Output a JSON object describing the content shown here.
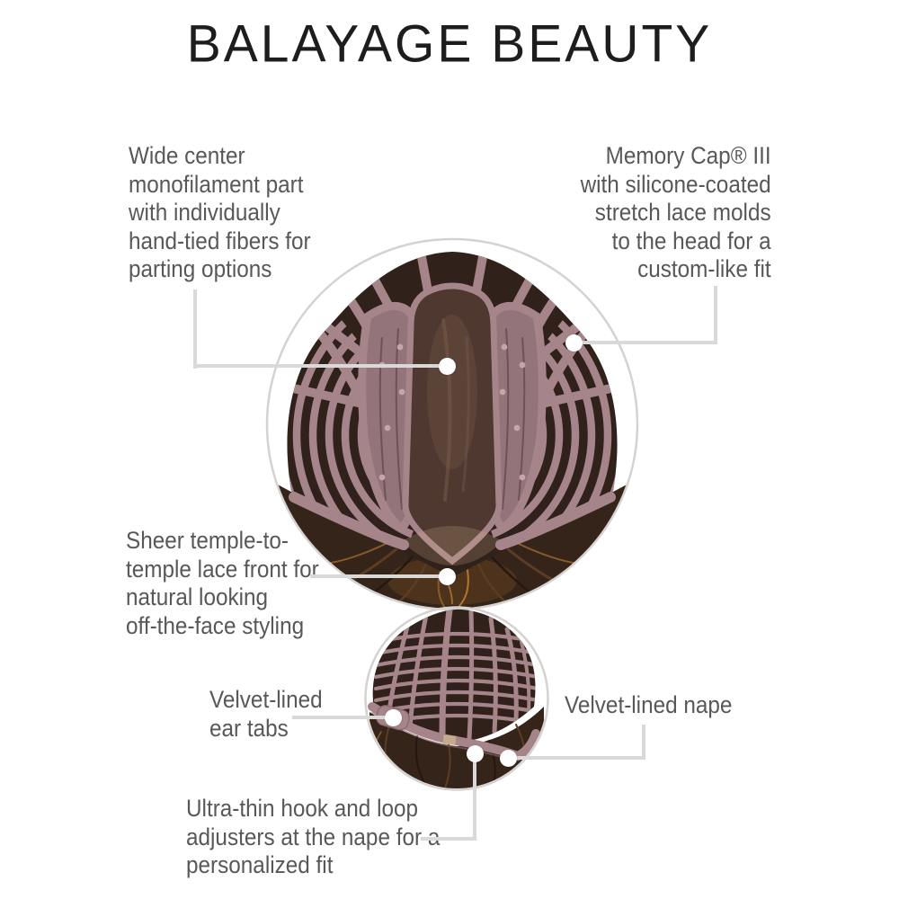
{
  "title": "BALAYAGE BEAUTY",
  "callouts": {
    "mono_part": {
      "text": "Wide center\nmonofilament part\nwith individually\nhand-tied fibers for\nparting options"
    },
    "memory_cap": {
      "text": "Memory Cap® III\nwith silicone-coated\nstretch lace molds\nto the head for a\ncustom-like fit"
    },
    "lace_front": {
      "text": "Sheer temple-to-\ntemple lace front for\nnatural looking\noff-the-face styling"
    },
    "ear_tabs": {
      "text": "Velvet-lined\near tabs"
    },
    "nape": {
      "text": "Velvet-lined nape"
    },
    "adjusters": {
      "text": "Ultra-thin hook and loop\nadjusters at the nape for a\npersonalized fit"
    }
  },
  "figures": {
    "front_view": "Inside front view of wig cap showing monofilament part, lace panels and cap straps",
    "back_view": "Back view of wig cap showing ear tab, nape band and hook-and-loop adjusters"
  },
  "colors": {
    "title-color": "#1d1d1d",
    "text-color": "#58585a",
    "line-color": "#d9d9d9",
    "ring-color": "#d5d2d0",
    "dot-color": "#ffffff",
    "mauve": "#a6858a",
    "mauve-dark": "#8a6b70",
    "lace": "#93747a",
    "lace-dot": "#c4a6aa",
    "mono": "#4e382f",
    "mono-sheen": "#6f5244",
    "cap-dark": "#30211b",
    "hair-dark": "#35241a",
    "hair-mid": "#5d3c22",
    "hair-light": "#9c6a31",
    "tab-tan": "#c3ab8e"
  }
}
